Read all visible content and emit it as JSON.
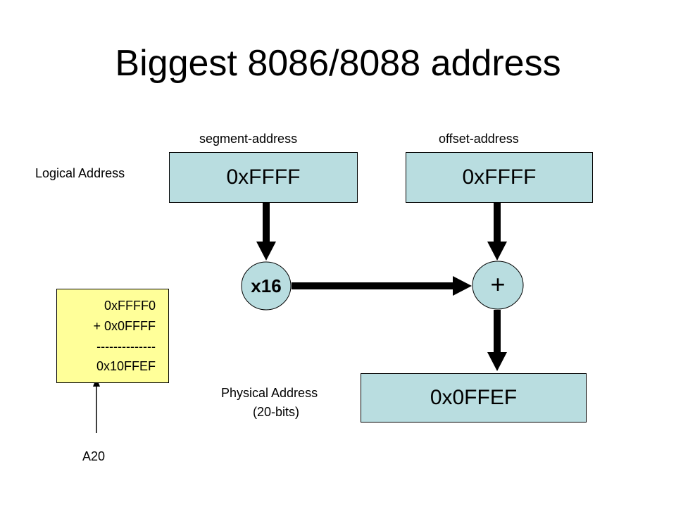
{
  "title": "Biggest 8086/8088 address",
  "labels": {
    "segment_address": "segment-address",
    "offset_address": "offset-address",
    "logical_address": "Logical Address",
    "physical_address": "Physical Address",
    "physical_bits": "(20-bits)",
    "a20": "A20"
  },
  "boxes": {
    "segment_value": "0xFFFF",
    "offset_value": "0xFFFF",
    "physical_value": "0x0FFEF"
  },
  "operators": {
    "multiply": "x16",
    "add": "+"
  },
  "calculation": {
    "line1": "0xFFFF0",
    "line2": "+ 0x0FFFF",
    "line3": "--------------",
    "line4": "0x10FFEF"
  },
  "colors": {
    "box_fill": "#b9dde0",
    "calc_fill": "#ffff99",
    "operator_fill": "#b9dde0"
  }
}
